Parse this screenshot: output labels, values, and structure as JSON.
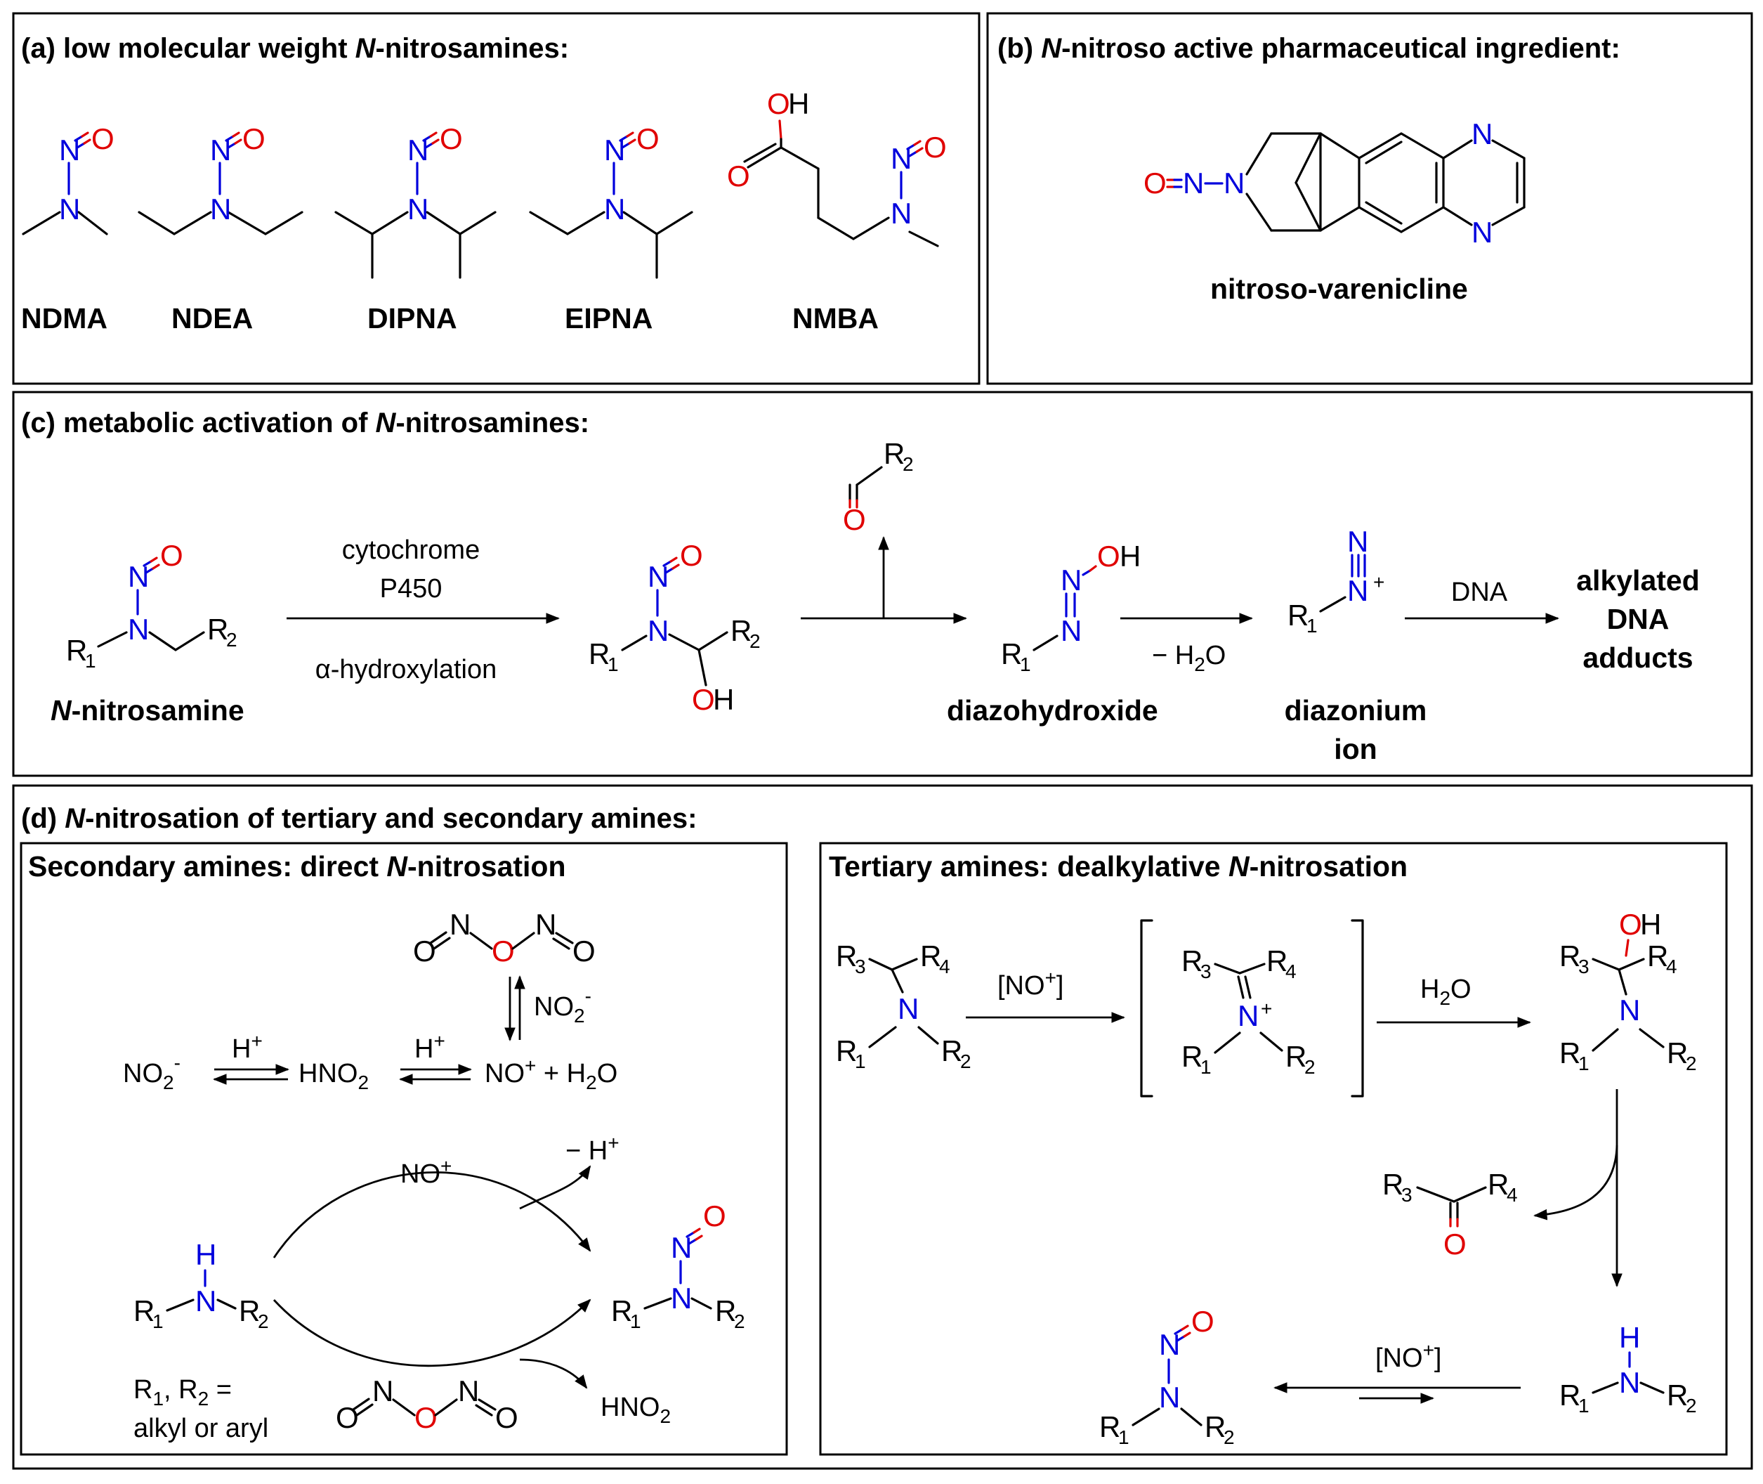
{
  "panels": {
    "a": {
      "title": "(a) low molecular weight ",
      "title_em": "N",
      "title_end": "-nitrosamines:",
      "compounds": [
        "NDMA",
        "NDEA",
        "DIPNA",
        "EIPNA",
        "NMBA"
      ]
    },
    "b": {
      "title": "(b) ",
      "title_em": "N",
      "title_end": "-nitroso active pharmaceutical ingredient:",
      "compound": "nitroso-varenicline"
    },
    "c": {
      "title": "(c) metabolic activation of ",
      "title_em": "N",
      "title_end": "-nitrosamines:",
      "start_label_em": "N",
      "start_label": "-nitrosamine",
      "step1_above": [
        "cytochrome",
        "P450"
      ],
      "step1_below": "α-hydroxylation",
      "step3_below": "− H",
      "step4_above": "DNA",
      "product": [
        "alkylated",
        "DNA",
        "adducts"
      ],
      "diazohydroxide": "diazohydroxide",
      "diazonium": [
        "diazonium",
        "ion"
      ]
    },
    "d": {
      "title": "(d) ",
      "title_em": "N",
      "title_end": "-nitrosation of tertiary and secondary amines:",
      "secondary": {
        "title": "Secondary amines: direct ",
        "title_em": "N",
        "title_end": "-nitrosation",
        "h_plus": "H",
        "reagent_top": "NO",
        "minus_h": "− H",
        "r_def": [
          "R",
          ", R",
          " =",
          "alkyl or aryl"
        ],
        "hno2": "HNO"
      },
      "tertiary": {
        "title": "Tertiary amines: dealkylative ",
        "title_em": "N",
        "title_end": "-nitrosation",
        "reagent": "[NO",
        "water": "H"
      }
    }
  }
}
